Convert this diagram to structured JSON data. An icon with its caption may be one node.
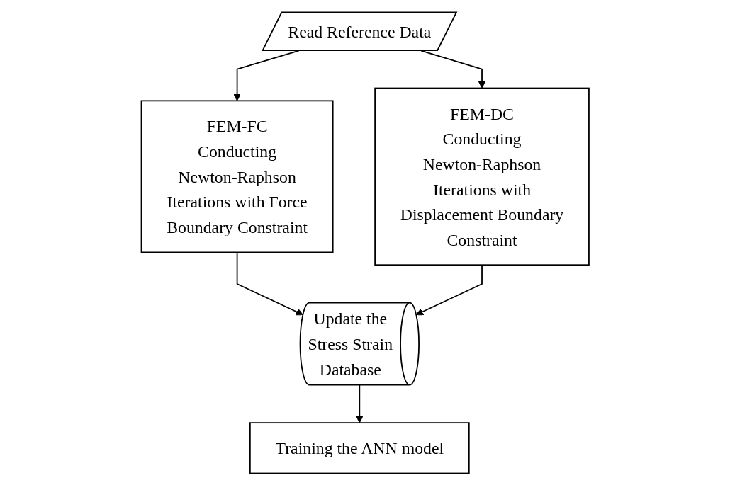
{
  "diagram": {
    "nodes": [
      {
        "text": [
          "Read Reference Data"
        ]
      },
      {
        "text": [
          "FEM-FC",
          "Conducting Newton-Raphson Iterations with Force Boundary Constraint"
        ]
      },
      {
        "text": [
          "FEM-DC",
          "Conducting Newton-Raphson Iterations with Displacement Boundary Constraint"
        ]
      },
      {
        "text": [
          "Update the Stress Strain Database"
        ]
      },
      {
        "text": [
          "Training the ANN model"
        ]
      }
    ],
    "edges": [
      {
        "from": 0,
        "to": 1,
        "arrow": "to"
      },
      {
        "from": 0,
        "to": 2,
        "arrow": "to"
      },
      {
        "from": 1,
        "to": 3,
        "arrow": "to"
      },
      {
        "from": 2,
        "to": 3,
        "arrow": "to"
      },
      {
        "from": 3,
        "to": 4,
        "arrow": "to"
      }
    ]
  }
}
